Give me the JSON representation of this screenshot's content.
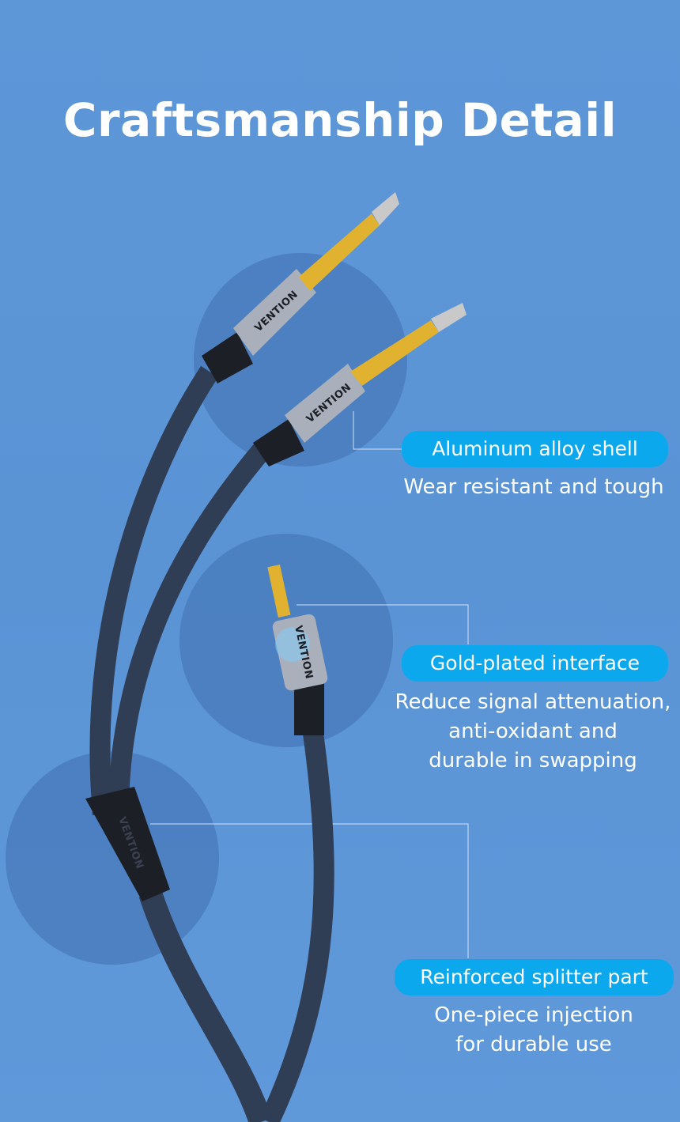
{
  "title": "Craftsmanship Detail",
  "features": [
    {
      "label": "Aluminum alloy shell",
      "description": [
        "Wear resistant and tough"
      ]
    },
    {
      "label": "Gold-plated interface",
      "description": [
        "Reduce signal attenuation,",
        "anti-oxidant and",
        "durable in swapping"
      ]
    },
    {
      "label": "Reinforced splitter part",
      "description": [
        "One-piece injection",
        "for durable use"
      ]
    }
  ],
  "brand": "VENTION",
  "colors": {
    "background": "#5a95d6",
    "pill": "#0ba8ee",
    "cable": "#2f3d55"
  }
}
